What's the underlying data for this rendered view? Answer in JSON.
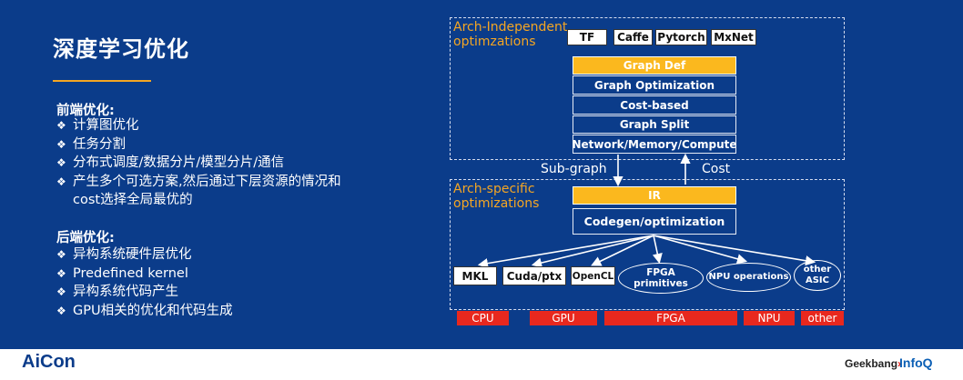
{
  "title": "深度学习优化",
  "frontend": {
    "heading": "前端优化:",
    "items": [
      "计算图优化",
      "任务分割",
      "分布式调度/数据分片/模型分片/通信",
      "产生多个可选方案,然后通过下层资源的情况和cost选择全局最优的"
    ]
  },
  "backend": {
    "heading": "后端优化:",
    "items": [
      "异构系统硬件层优化",
      "Predefined kernel",
      "异构系统代码产生",
      "GPU相关的优化和代码生成"
    ]
  },
  "bullet_symbol": "❖",
  "diagram": {
    "arch_independent_label": "Arch-Independent optimzations",
    "arch_specific_label": "Arch-specific optimizations",
    "frameworks": [
      "TF",
      "Caffe",
      "Pytorch",
      "MxNet"
    ],
    "graph_def": "Graph Def",
    "stages": [
      "Graph Optimization",
      "Cost-based",
      "Graph Split",
      "Network/Memory/Compute"
    ],
    "subgraph_label": "Sub-graph",
    "cost_label": "Cost",
    "ir": "IR",
    "codegen": "Codegen/optimization",
    "targets_boxes": [
      "MKL",
      "Cuda/ptx",
      "OpenCL"
    ],
    "targets_ellipses": [
      "FPGA primitives",
      "NPU operations",
      "other ASIC"
    ],
    "hardware": [
      "CPU",
      "GPU",
      "FPGA",
      "NPU",
      "other"
    ]
  },
  "footer": {
    "logo": "AiCon",
    "partner1": "Geekbang",
    "partner1_mark": "›",
    "partner2": "InfoQ"
  },
  "colors": {
    "background": "#0b3c8a",
    "accent": "#f5a623",
    "highlight_box": "#fbb81e",
    "hardware": "#e8281e"
  }
}
